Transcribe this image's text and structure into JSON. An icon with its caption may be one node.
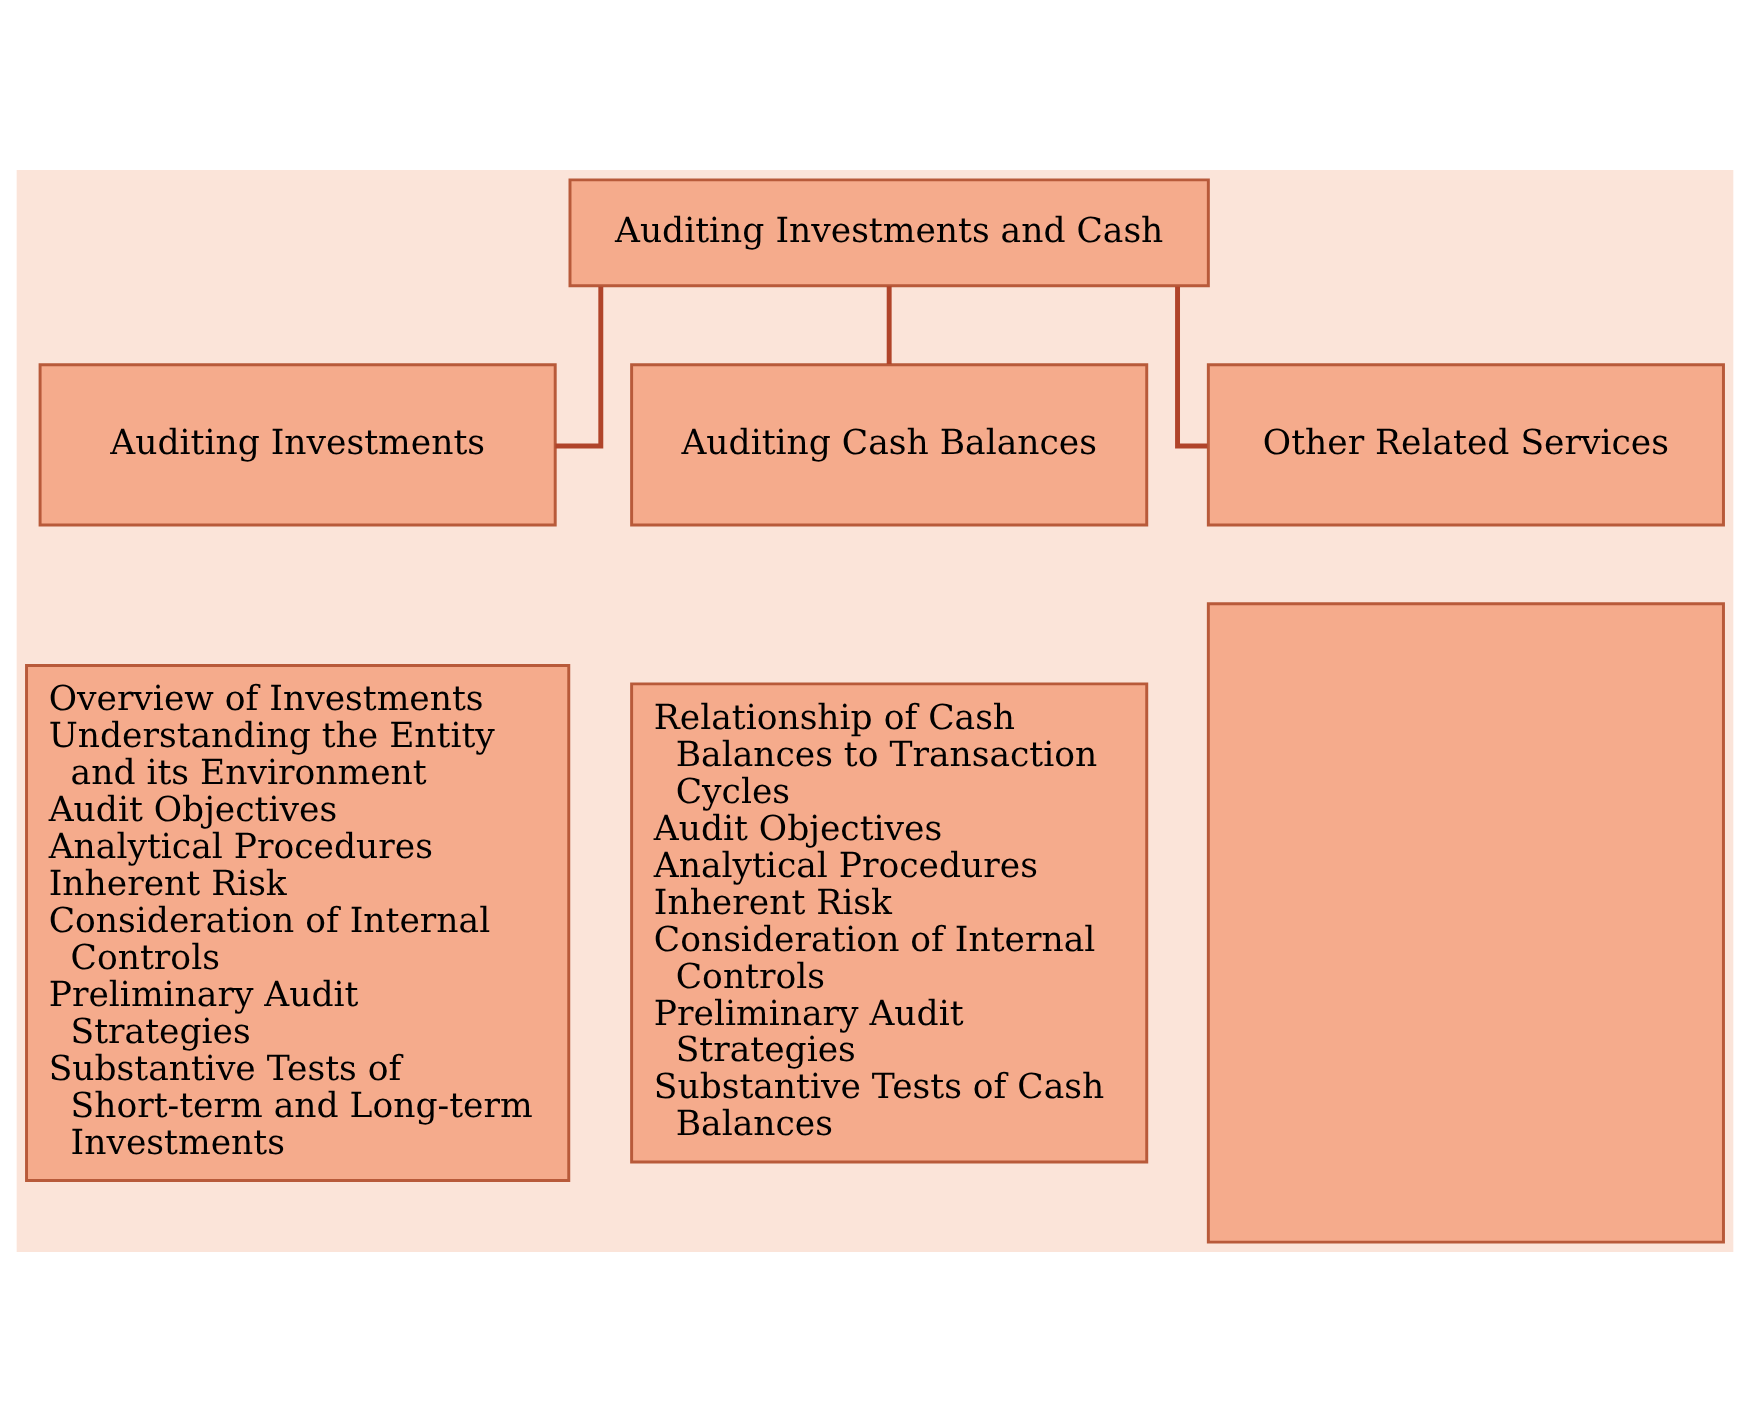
{
  "diagram": {
    "nodes": [
      {
        "text": [
          "Auditing Investments and Cash"
        ]
      },
      {
        "text": [
          "Auditing Investments"
        ]
      },
      {
        "text": [
          "Auditing Cash Balances"
        ]
      },
      {
        "text": [
          "Other Related Services"
        ]
      },
      {
        "text": [
          "Overview of Investments",
          "Understanding the Entity and its Environment",
          "Audit Objectives",
          "Analytical Procedures",
          "Inherent Risk",
          "Consideration of Internal Controls",
          "Preliminary Audit Strategies",
          "Substantive Tests of Short-term and Long-term Investments"
        ]
      },
      {
        "text": [
          "Relationship of Cash Balances to Transaction Cycles",
          "Audit Objectives",
          "Analytical Procedures",
          "Inherent Risk",
          "Consideration of Internal Controls",
          "Preliminary Audit Strategies",
          "Substantive Tests of Cash Balances"
        ]
      },
      {
        "text": [],
        "shape": "box"
      }
    ],
    "edges": [
      {
        "from": 0,
        "to": 1,
        "arrow": "none"
      },
      {
        "from": 0,
        "to": 2,
        "arrow": "none"
      },
      {
        "from": 0,
        "to": 3,
        "arrow": "none"
      }
    ]
  }
}
